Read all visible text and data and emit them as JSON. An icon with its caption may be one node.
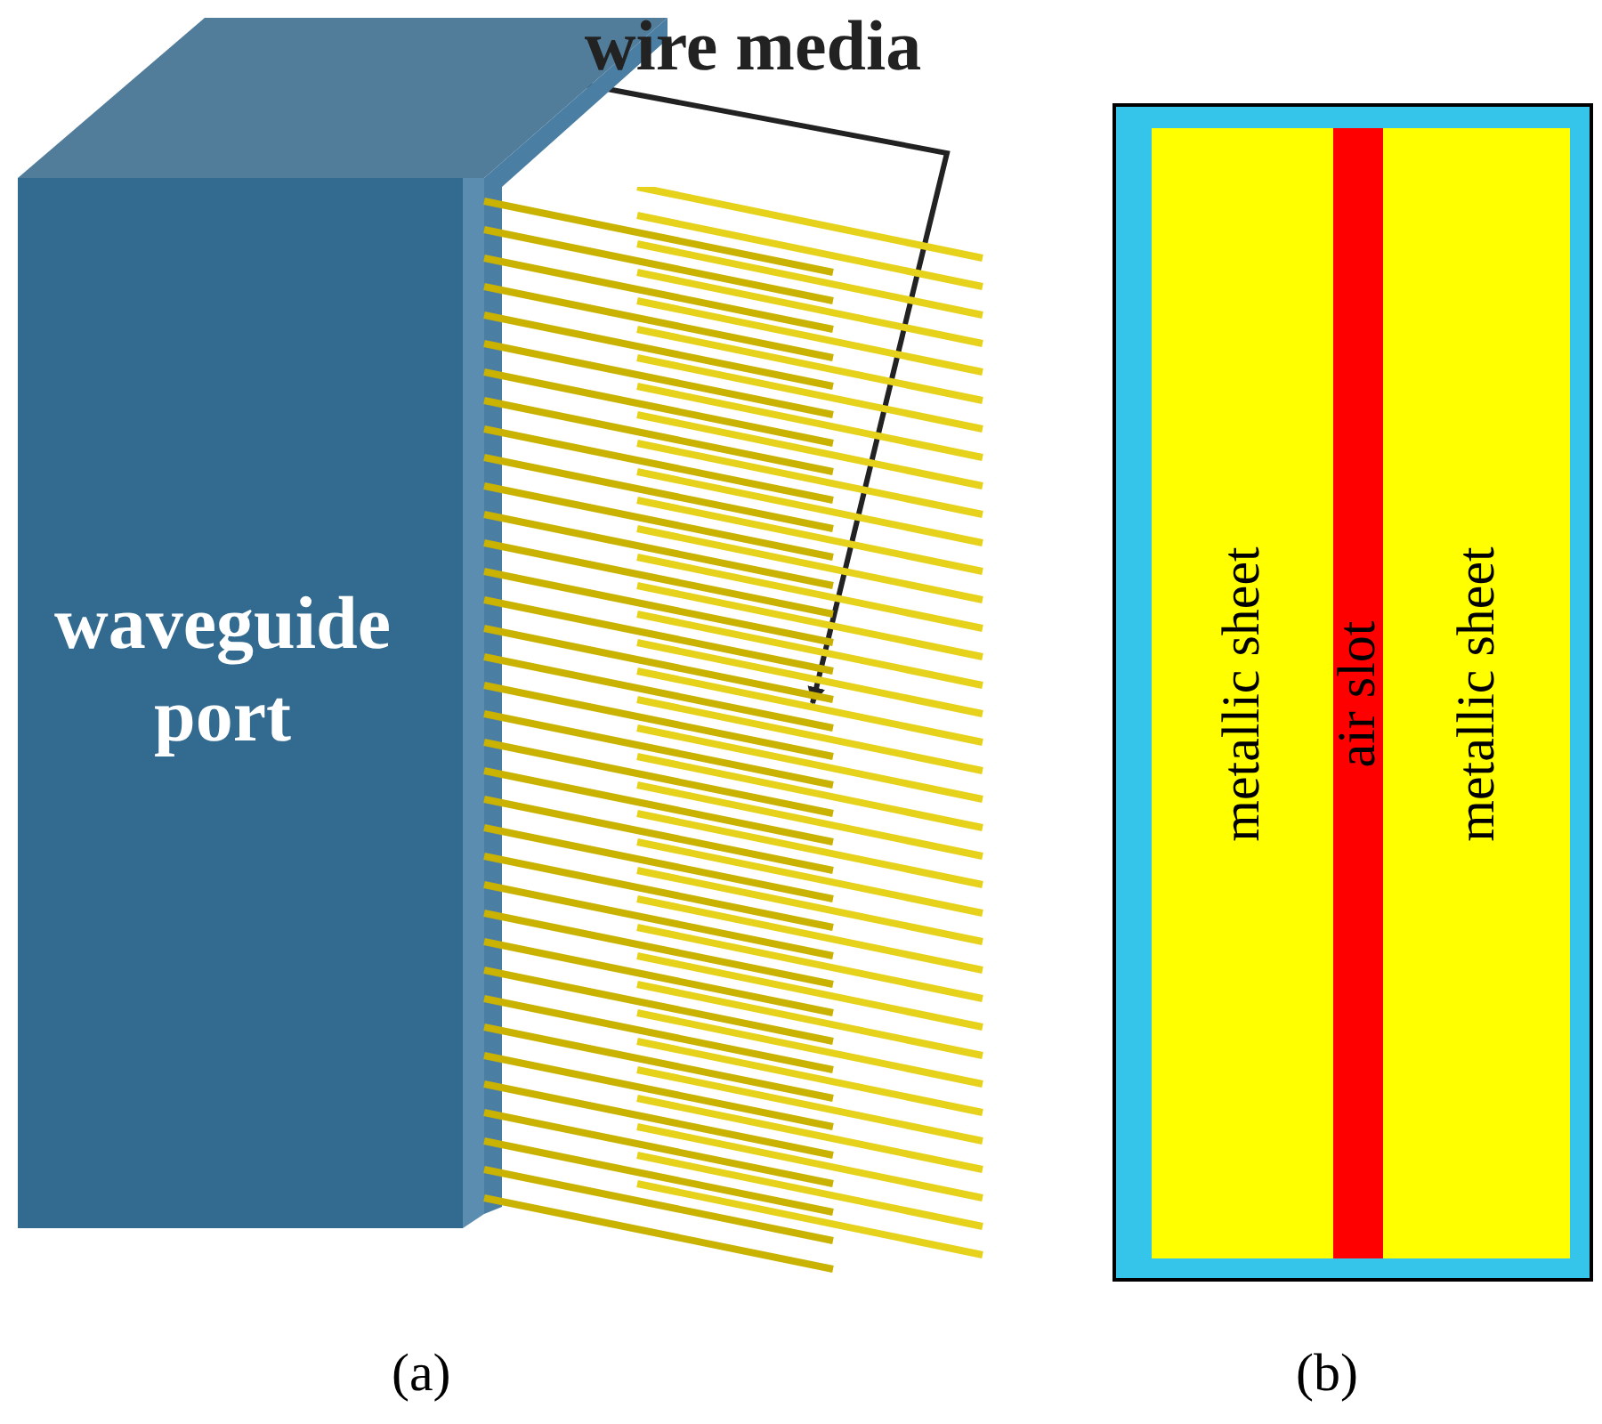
{
  "diagram": {
    "nodes": [
      {
        "text": [
          "waveguide port"
        ]
      },
      {
        "text": [
          "wire media"
        ]
      },
      {
        "text": [],
        "shape": "picture"
      },
      {
        "text": [],
        "shape": "box"
      },
      {
        "text": [
          "metallic sheet"
        ],
        "in": 3
      },
      {
        "text": [
          "air slot"
        ],
        "in": 3
      },
      {
        "text": [
          "metallic sheet"
        ],
        "in": 3
      }
    ],
    "edges": [
      {
        "from": 1,
        "to": 2,
        "arrow": "to"
      }
    ],
    "labels": [
      "(a)",
      "(b)"
    ]
  }
}
